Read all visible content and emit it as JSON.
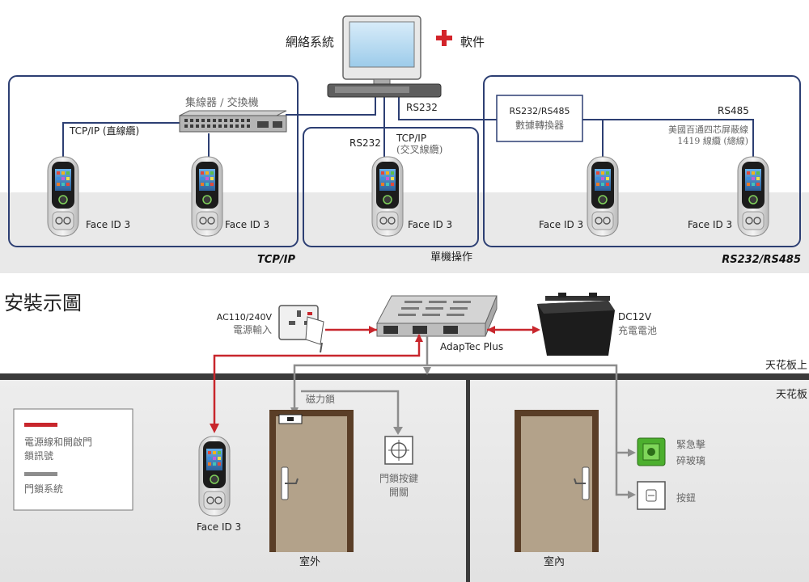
{
  "top": {
    "network_label": "網絡系統",
    "software_label": "軟件",
    "hub_label": "集線器 / 交換機",
    "tcpip_direct": "TCP/IP (直線纜)",
    "rs232_top": "RS232",
    "rs232_mid": "RS232",
    "tcpip_cross_1": "TCP/IP",
    "tcpip_cross_2": "(交叉線纜)",
    "converter_1": "RS232/RS485",
    "converter_2": "數據轉換器",
    "rs485_label": "RS485",
    "cable_note_1": "美國百通四芯屏蔽線",
    "cable_note_2": "1419 線纜 (總線)",
    "section_tcpip": "TCP/IP",
    "section_single": "單機操作",
    "section_rs": "RS232/RS485",
    "device_names": [
      "Face ID 3",
      "Face ID 3",
      "Face ID 3",
      "Face ID 3",
      "Face ID 3"
    ]
  },
  "install": {
    "title": "安裝示圖",
    "ac_label": "AC110/240V",
    "ac_sub": "電源輸入",
    "adaptec": "AdapTec Plus",
    "dc_label": "DC12V",
    "dc_sub": "充電電池",
    "ceiling_above": "天花板上",
    "ceiling": "天花板",
    "maglock": "磁力鎖",
    "exit_btn_1": "門鎖按鍵",
    "exit_btn_2": "開關",
    "emergency_1": "緊急擊",
    "emergency_2": "碎玻璃",
    "button": "按鈕",
    "device_name": "Face ID 3",
    "outside": "室外",
    "inside": "室內",
    "legend_red_1": "電源線和開啟門",
    "legend_red_2": "鎖訊號",
    "legend_gray": "門鎖系統"
  },
  "colors": {
    "frame": "#2d3f73",
    "red": "#c8262c",
    "gray": "#8d8d8d",
    "door": "#b3a28a",
    "door_frame": "#5a3e27"
  }
}
